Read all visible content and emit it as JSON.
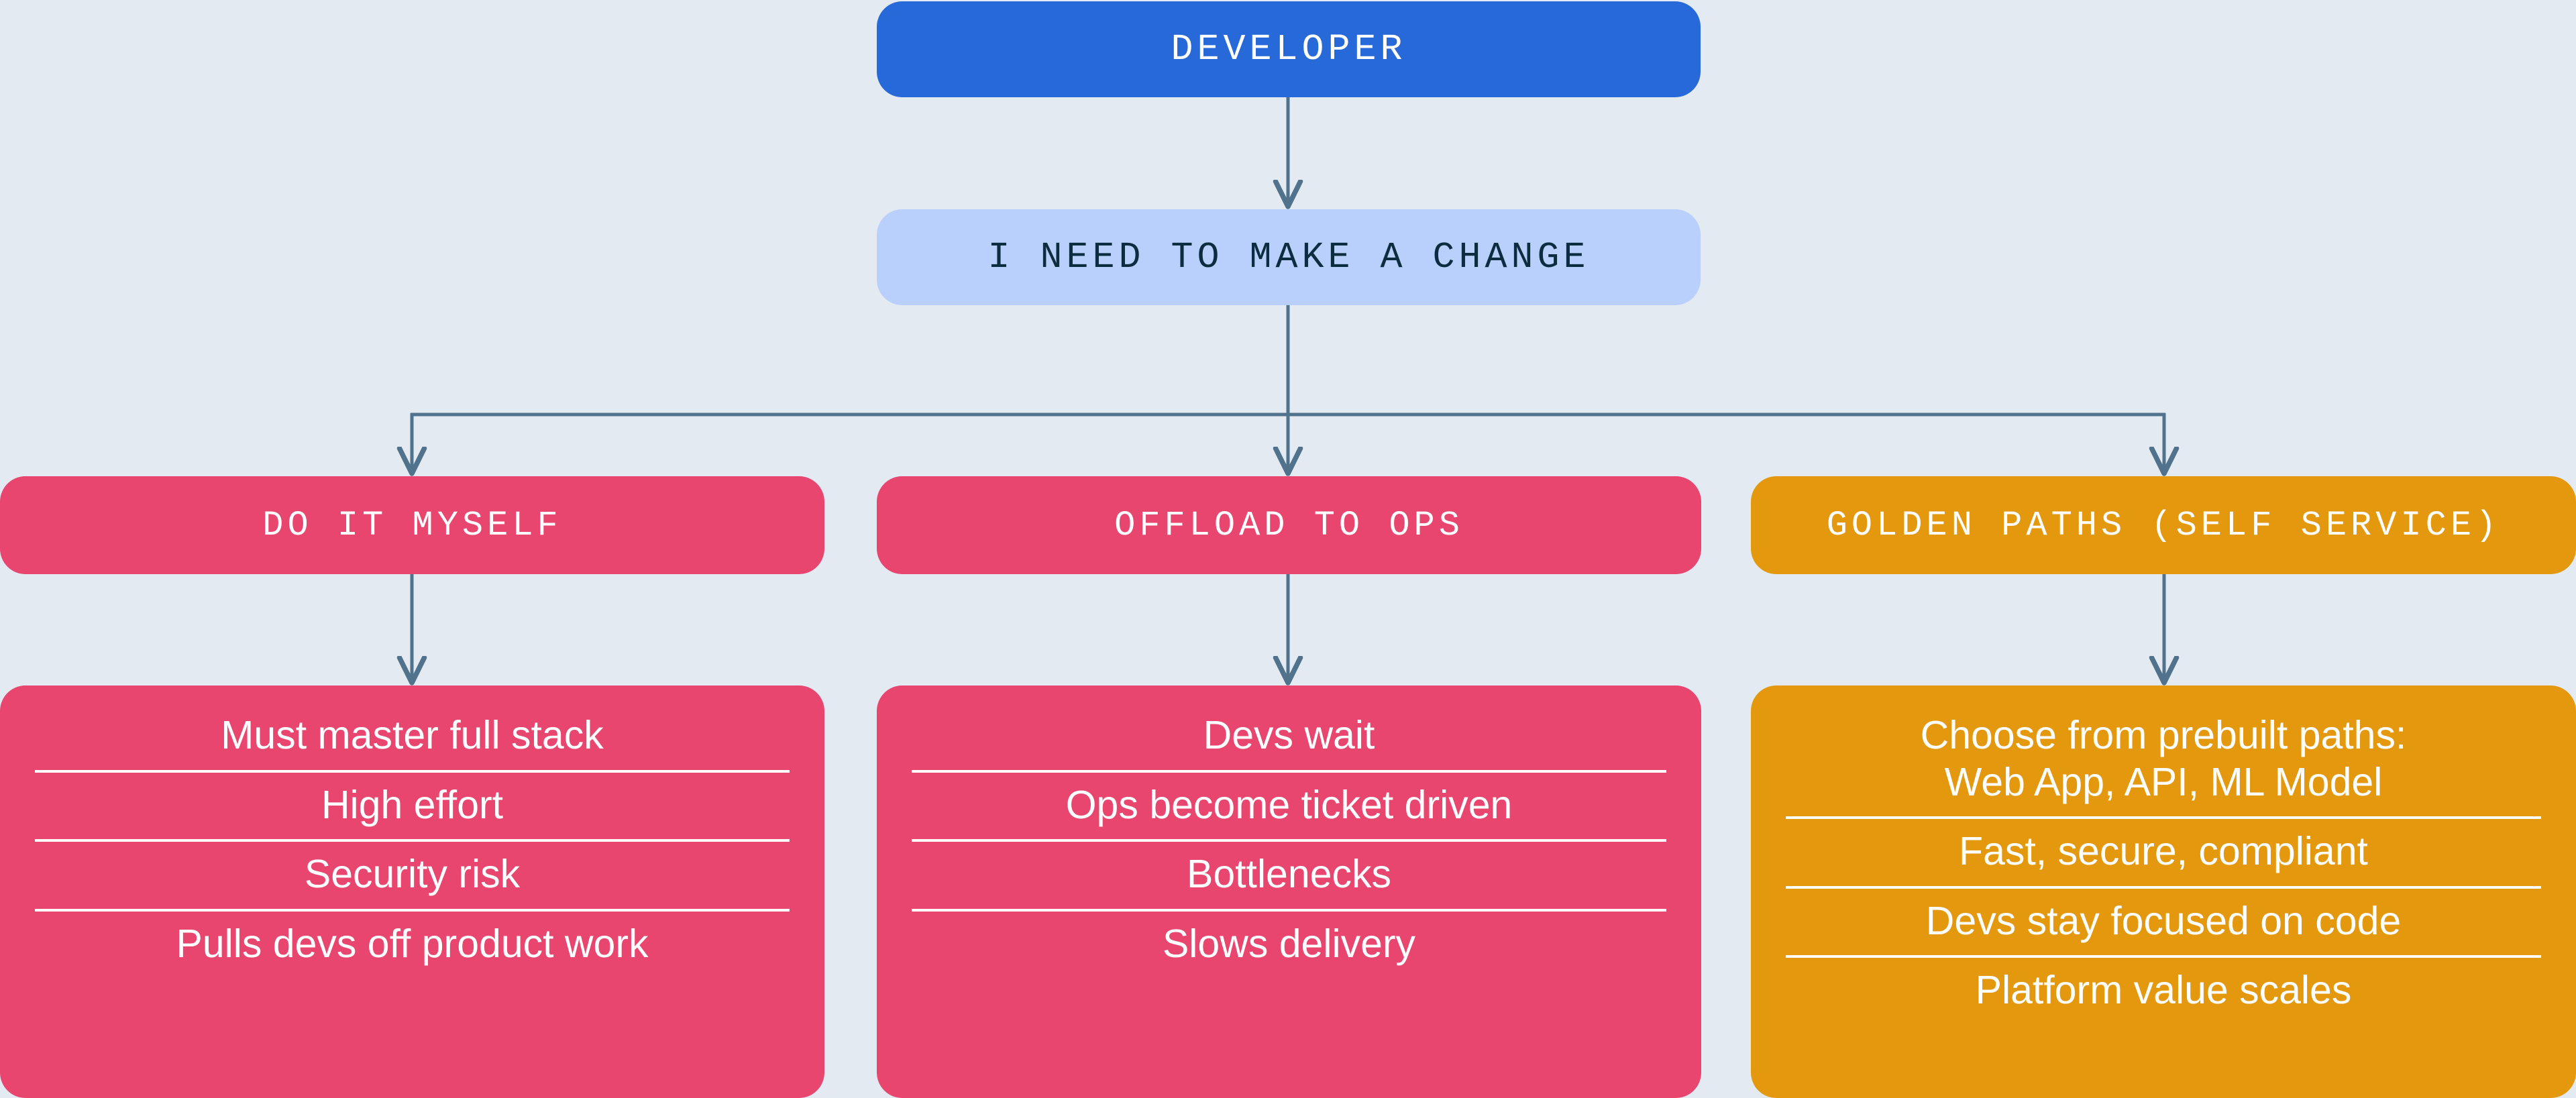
{
  "diagram": {
    "title_node": {
      "label": "DEVELOPER",
      "color": "#2769d8",
      "text_color": "#ffffff"
    },
    "prompt_node": {
      "label": "I NEED TO MAKE A CHANGE",
      "color": "#b8d0fb",
      "text_color": "#0e2c3f"
    },
    "background_color": "#e4eaf2",
    "connector_color": "#50728c",
    "options": [
      {
        "header": "DO IT MYSELF",
        "color": "#e8456f",
        "text_color": "#ffffff",
        "items": [
          "Must master full stack",
          "High effort",
          "Security risk",
          "Pulls devs off product work"
        ]
      },
      {
        "header": "OFFLOAD TO OPS",
        "color": "#e8456f",
        "text_color": "#ffffff",
        "items": [
          "Devs wait",
          "Ops become ticket driven",
          "Bottlenecks",
          "Slows delivery"
        ]
      },
      {
        "header": "GOLDEN PATHS (SELF SERVICE)",
        "color": "#e3980d",
        "text_color": "#ffffff",
        "items": [
          "Choose from prebuilt paths:\nWeb App, API, ML Model",
          "Fast, secure, compliant",
          "Devs stay focused on code",
          "Platform value scales"
        ]
      }
    ]
  }
}
